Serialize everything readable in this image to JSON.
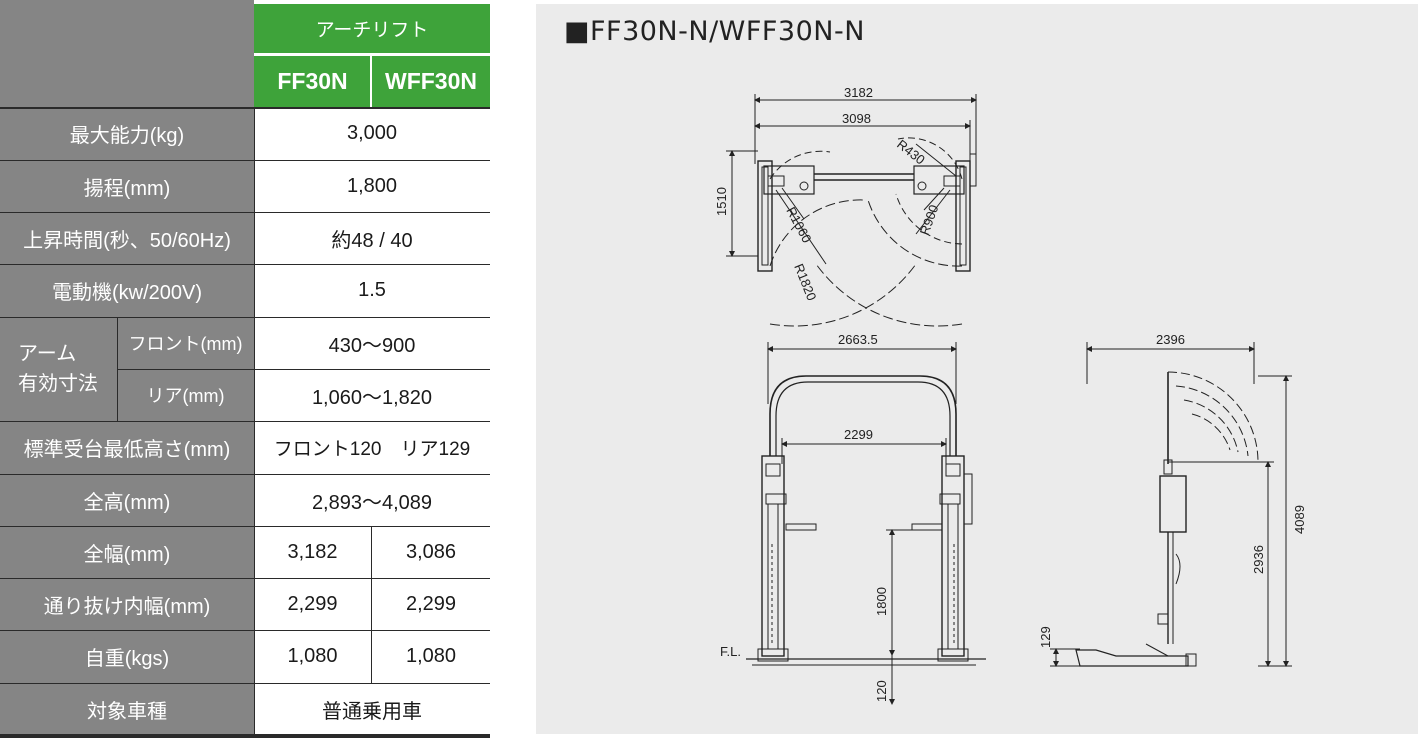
{
  "table": {
    "header_group": "アーチリフト",
    "models": [
      "FF30N",
      "WFF30N"
    ],
    "rows": {
      "capacity": {
        "label": "最大能力(kg)",
        "value": "3,000"
      },
      "lift_height": {
        "label": "揚程(mm)",
        "value": "1,800"
      },
      "lift_time": {
        "label": "上昇時間(秒、50/60Hz)",
        "value": "約48 / 40"
      },
      "motor": {
        "label": "電動機(kw/200V)",
        "value": "1.5"
      },
      "arm_group_label": [
        "アーム",
        "有効寸法"
      ],
      "arm_front": {
        "label": "フロント(mm)",
        "value": "430～900"
      },
      "arm_rear": {
        "label": "リア(mm)",
        "value": "1,060～1,820"
      },
      "pad_height": {
        "label": "標準受台最低高さ(mm)",
        "value": "フロント120　リア129"
      },
      "total_height": {
        "label": "全高(mm)",
        "value": "2,893～4,089"
      },
      "total_width": {
        "label": "全幅(mm)",
        "values": [
          "3,182",
          "3,086"
        ]
      },
      "clear_width": {
        "label": "通り抜け内幅(mm)",
        "values": [
          "2,299",
          "2,299"
        ]
      },
      "weight": {
        "label": "自重(kgs)",
        "values": [
          "1,080",
          "1,080"
        ]
      },
      "vehicle": {
        "label": "対象車種",
        "value": "普通乗用車"
      }
    }
  },
  "diagram": {
    "title": "■FF30N-N/WFF30N-N",
    "top_view": {
      "overall_width": "3182",
      "inner_width": "3098",
      "depth": "1510",
      "r_front_min": "R430",
      "r_front_max": "R900",
      "r_rear_min": "R1060",
      "r_rear_max": "R1820"
    },
    "front_view": {
      "overall_width": "2663.5",
      "clear_width": "2299",
      "lift_height": "1800",
      "pad_height": "120",
      "floor_label": "F.L."
    },
    "side_view": {
      "width": "2396",
      "max_height": "4089",
      "min_height": "2936",
      "pad_height": "129"
    }
  },
  "colors": {
    "header_green": "#3ea33a",
    "label_gray": "#858585",
    "panel_bg": "#ebebeb"
  }
}
